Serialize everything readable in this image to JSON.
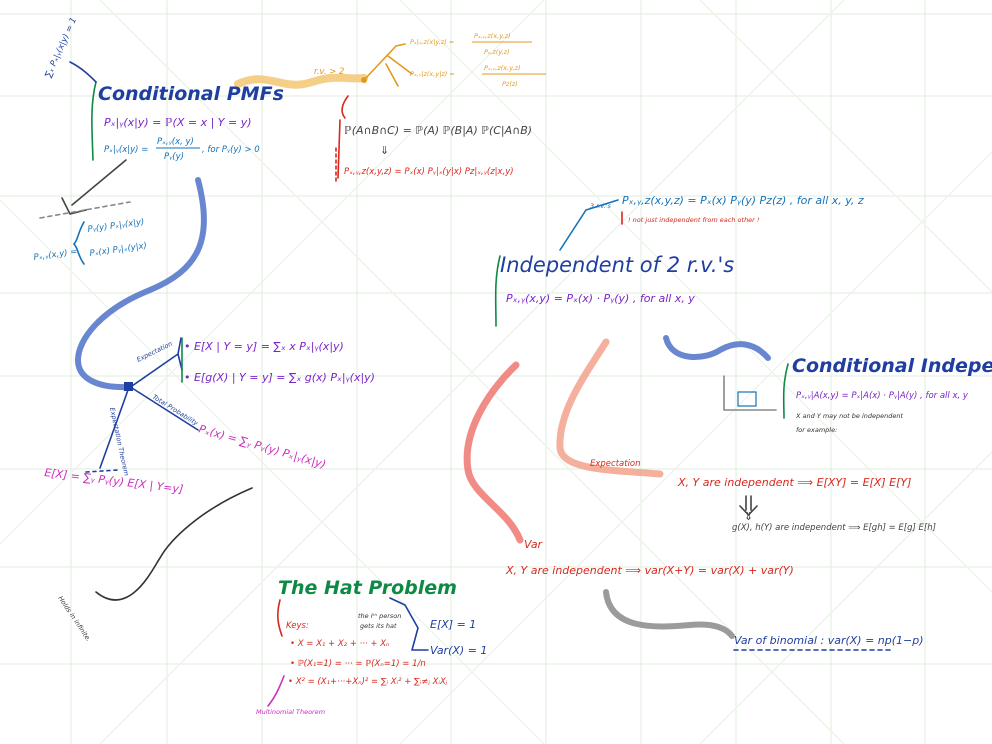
{
  "colors": {
    "blue": "#1f3fa0",
    "teal": "#1572b8",
    "purple": "#7a24c8",
    "orange": "#e39a1c",
    "red": "#d8281c",
    "magenta": "#c930bf",
    "green": "#0f8a45",
    "gray": "#555555",
    "grid": "#dfeedd",
    "ribbon_blue": "#4f72c9",
    "ribbon_yellow": "#f3c572",
    "ribbon_red": "#ee6e66",
    "ribbon_salmon": "#f19c83",
    "ribbon_gray": "#8a8a8a"
  },
  "left": {
    "sum_note": "∑ₓ Pₓ|ᵧ(x|y) = 1",
    "title": "Conditional PMFs",
    "def1": "Pₓ|ᵧ(x|y) = ℙ(X = x | Y = y)",
    "def2_lhs": "Pₓ|ᵧ(x|y) =",
    "def2_num": "Pₓ,ᵧ(x, y)",
    "def2_den": "Pᵧ(y)",
    "def2_cond": ", for Pᵧ(y) > 0",
    "joint_lhs": "Pₓ,ᵧ(x,y) =",
    "joint_1": "Pᵧ(y) Pₓ|ᵧ(x|y)",
    "joint_2": "Pₓ(x) Pᵧ|ₓ(y|x)",
    "label_expectation": "Expectation",
    "exp1": "• E[X | Y = y] = ∑ₓ x Pₓ|ᵧ(x|y)",
    "exp2": "• E[g(X) | Y = y] = ∑ₓ g(x) Pₓ|ᵧ(x|y)",
    "label_total_prob": "Total Probability",
    "total_prob": "Pₓ(x) = ∑ᵧ Pᵧ(y) Pₓ|ᵧ(x|y)",
    "label_exp_theorem": "Expectation Theorem",
    "exp_theorem": "E[X] = ∑ᵧ Pᵧ(y) E[X | Y=y]",
    "holds_note": "Holds in infinite."
  },
  "top": {
    "rv_gt_2": "r.v. > 2",
    "cond3_lhs": "Pₓ|ᵧ,z(x|y,z) =",
    "cond3_num": "Pₓ,ᵧ,z(x,y,z)",
    "cond3_den": "Pᵧ,z(y,z)",
    "cond2_lhs": "Pₓ,ᵧ|z(x,y|z) =",
    "cond2_num": "Pₓ,ᵧ,z(x,y,z)",
    "cond2_den": "Pz(z)",
    "chain_rule": "ℙ(A∩B∩C) = ℙ(A) ℙ(B|A) ℙ(C|A∩B)",
    "chain_arrow": "⇓",
    "chain_pmf": "Pₓ,ᵧ,z(x,y,z) = Pₓ(x) Pᵧ|ₓ(y|x) Pz|ₓ,ᵧ(z|x,y)"
  },
  "right": {
    "three_rvs": "3 r.v.'s",
    "indep3": "Pₓ,ᵧ,z(x,y,z) = Pₓ(x) Pᵧ(y) Pz(z) , for all x, y, z",
    "indep3_note": "! not just independent from each other !",
    "title": "Independent of 2 r.v.'s",
    "indep2": "Pₓ,ᵧ(x,y) = Pₓ(x) · Pᵧ(y) , for all x, y",
    "cond_indep_title": "Conditional Independent",
    "cond_indep": "Pₓ,ᵧ|A(x,y) = Pₓ|A(x) · Pᵧ|A(y) , for all x, y",
    "cond_indep_note": "X and Y may not be independent",
    "cond_indep_example": "for example:",
    "label_expectation": "Expectation",
    "exp_indep": "X, Y are independent ⟹ E[XY] = E[X] E[Y]",
    "exp_arrow": "⇓",
    "exp_indep_func": "g(X), h(Y) are independent ⟹ E[gh] = E[g] E[h]",
    "label_var": "Var",
    "var_indep": "X, Y are independent ⟹ var(X+Y) = var(X) + var(Y)",
    "var_binomial": "Var of binomial : var(X) = np(1−p)"
  },
  "hat": {
    "title": "The Hat Problem",
    "keys_label": "Keys:",
    "key1": "• X = X₁ + X₂ + ··· + Xₙ",
    "key_note_1": "the iᵗʰ person",
    "key_note_2": "gets its hat",
    "key2": "• ℙ(X₁=1) = ··· = ℙ(Xₙ=1) = 1/n",
    "key3": "• X² = (X₁+···+Xₙ)² = ∑ᵢ Xᵢ² + ∑ᵢ≠ⱼ XᵢXⱼ",
    "multinomial": "Multinomial Theorem",
    "ex": "E[X] = 1",
    "var": "Var(X) = 1"
  }
}
